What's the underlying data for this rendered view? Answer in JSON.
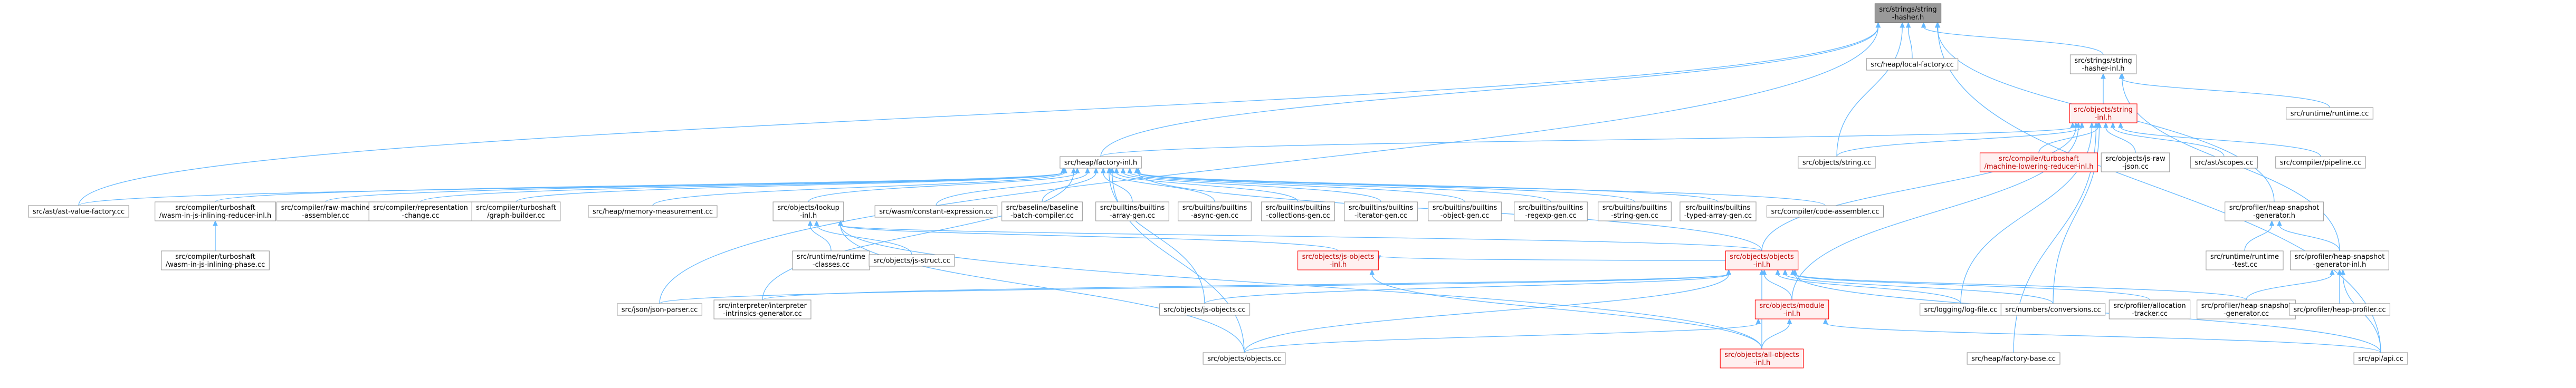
{
  "diagram": {
    "nodes": [
      {
        "id": "root",
        "lines": [
          "src/strings/string",
          "-hasher.h"
        ],
        "style": "root"
      },
      {
        "id": "local_factory",
        "lines": [
          "src/heap/local-factory.cc"
        ],
        "style": "plain"
      },
      {
        "id": "hasher_inl",
        "lines": [
          "src/strings/string",
          "-hasher-inl.h"
        ],
        "style": "plain"
      },
      {
        "id": "string_inl",
        "lines": [
          "src/objects/string",
          "-inl.h"
        ],
        "style": "red"
      },
      {
        "id": "runtime",
        "lines": [
          "src/runtime/runtime.cc"
        ],
        "style": "plain"
      },
      {
        "id": "factory_h",
        "lines": [
          "src/heap/factory-inl.h"
        ],
        "style": "plain"
      },
      {
        "id": "string_cc",
        "lines": [
          "src/objects/string.cc"
        ],
        "style": "plain"
      },
      {
        "id": "mlr",
        "lines": [
          "src/compiler/turboshaft",
          "/machine-lowering-reducer-inl.h"
        ],
        "style": "red"
      },
      {
        "id": "json",
        "lines": [
          "src/objects/js-raw",
          "-json.cc"
        ],
        "style": "plain"
      },
      {
        "id": "scopes",
        "lines": [
          "src/ast/scopes.cc"
        ],
        "style": "plain"
      },
      {
        "id": "pipeline",
        "lines": [
          "src/compiler/pipeline.cc"
        ],
        "style": "plain"
      },
      {
        "id": "ast_value",
        "lines": [
          "src/ast/ast-value-factory.cc"
        ],
        "style": "plain"
      },
      {
        "id": "wasm_inlining",
        "lines": [
          "src/compiler/turboshaft",
          "/wasm-in-js-inlining-reducer-inl.h"
        ],
        "style": "plain"
      },
      {
        "id": "raw_machine",
        "lines": [
          "src/compiler/raw-machine",
          "-assembler.cc"
        ],
        "style": "plain"
      },
      {
        "id": "repr_change",
        "lines": [
          "src/compiler/representation",
          "-change.cc"
        ],
        "style": "plain"
      },
      {
        "id": "graph_builder",
        "lines": [
          "src/compiler/turboshaft",
          "/graph-builder.cc"
        ],
        "style": "plain"
      },
      {
        "id": "mem_measure",
        "lines": [
          "src/heap/memory-measurement.cc"
        ],
        "style": "plain"
      },
      {
        "id": "lookup",
        "lines": [
          "src/objects/lookup",
          "-inl.h"
        ],
        "style": "plain"
      },
      {
        "id": "wasm_const",
        "lines": [
          "src/wasm/constant-expression.cc"
        ],
        "style": "plain"
      },
      {
        "id": "baseline",
        "lines": [
          "src/baseline/baseline",
          "-batch-compiler.cc"
        ],
        "style": "plain"
      },
      {
        "id": "b_array",
        "lines": [
          "src/builtins/builtins",
          "-array-gen.cc"
        ],
        "style": "plain"
      },
      {
        "id": "b_async",
        "lines": [
          "src/builtins/builtins",
          "-async-gen.cc"
        ],
        "style": "plain"
      },
      {
        "id": "b_coll",
        "lines": [
          "src/builtins/builtins",
          "-collections-gen.cc"
        ],
        "style": "plain"
      },
      {
        "id": "b_iter",
        "lines": [
          "src/builtins/builtins",
          "-iterator-gen.cc"
        ],
        "style": "plain"
      },
      {
        "id": "b_obj",
        "lines": [
          "src/builtins/builtins",
          "-object-gen.cc"
        ],
        "style": "plain"
      },
      {
        "id": "b_regexp",
        "lines": [
          "src/builtins/builtins",
          "-regexp-gen.cc"
        ],
        "style": "plain"
      },
      {
        "id": "b_string",
        "lines": [
          "src/builtins/builtins",
          "-string-gen.cc"
        ],
        "style": "plain"
      },
      {
        "id": "b_typed",
        "lines": [
          "src/builtins/builtins",
          "-typed-array-gen.cc"
        ],
        "style": "plain"
      },
      {
        "id": "code_asm",
        "lines": [
          "src/compiler/code-assembler.cc"
        ],
        "style": "plain"
      },
      {
        "id": "heap_snap_gen",
        "lines": [
          "src/profiler/heap-snapshot",
          "-generator.h"
        ],
        "style": "plain"
      },
      {
        "id": "wasm_phase",
        "lines": [
          "src/compiler/turboshaft",
          "/wasm-in-js-inlining-phase.cc"
        ],
        "style": "plain"
      },
      {
        "id": "runtime_classes",
        "lines": [
          "src/runtime/runtime",
          "-classes.cc"
        ],
        "style": "plain"
      },
      {
        "id": "js_struct",
        "lines": [
          "src/objects/js-struct.cc"
        ],
        "style": "plain"
      },
      {
        "id": "js_objects_inl",
        "lines": [
          "src/objects/js-objects",
          "-inl.h"
        ],
        "style": "red"
      },
      {
        "id": "objects_inl",
        "lines": [
          "src/objects/objects",
          "-inl.h"
        ],
        "style": "red"
      },
      {
        "id": "runtime_test",
        "lines": [
          "src/runtime/runtime",
          "-test.cc"
        ],
        "style": "plain"
      },
      {
        "id": "heap_snap_gen_inl",
        "lines": [
          "src/profiler/heap-snapshot",
          "-generator-inl.h"
        ],
        "style": "plain"
      },
      {
        "id": "json_parser",
        "lines": [
          "src/json/json-parser.cc"
        ],
        "style": "plain"
      },
      {
        "id": "interp_intrinsics",
        "lines": [
          "src/interpreter/interpreter",
          "-intrinsics-generator.cc"
        ],
        "style": "plain"
      },
      {
        "id": "js_objects_cc",
        "lines": [
          "src/objects/js-objects.cc"
        ],
        "style": "plain"
      },
      {
        "id": "module_inl",
        "lines": [
          "src/objects/module",
          "-inl.h"
        ],
        "style": "red"
      },
      {
        "id": "log_file",
        "lines": [
          "src/logging/log-file.cc"
        ],
        "style": "plain"
      },
      {
        "id": "conversions",
        "lines": [
          "src/numbers/conversions.cc"
        ],
        "style": "plain"
      },
      {
        "id": "alloc_tracker",
        "lines": [
          "src/profiler/allocation",
          "-tracker.cc"
        ],
        "style": "plain"
      },
      {
        "id": "heap_snap_gen_cc",
        "lines": [
          "src/profiler/heap-snapshot",
          "-generator.cc"
        ],
        "style": "plain"
      },
      {
        "id": "heap_profiler",
        "lines": [
          "src/profiler/heap-profiler.cc"
        ],
        "style": "plain"
      },
      {
        "id": "objects_cc",
        "lines": [
          "src/objects/objects.cc"
        ],
        "style": "plain"
      },
      {
        "id": "all_objects",
        "lines": [
          "src/objects/all-objects",
          "-inl.h"
        ],
        "style": "red"
      },
      {
        "id": "factory_base",
        "lines": [
          "src/heap/factory-base.cc"
        ],
        "style": "plain"
      },
      {
        "id": "api",
        "lines": [
          "src/api/api.cc"
        ],
        "style": "plain"
      }
    ],
    "edges": [
      [
        "local_factory",
        "root"
      ],
      [
        "hasher_inl",
        "root"
      ],
      [
        "factory_h",
        "root"
      ],
      [
        "string_cc",
        "root"
      ],
      [
        "ast_value",
        "root"
      ],
      [
        "json_parser",
        "root"
      ],
      [
        "heap_snap_gen",
        "root"
      ],
      [
        "api",
        "root"
      ],
      [
        "string_inl",
        "hasher_inl"
      ],
      [
        "runtime",
        "hasher_inl"
      ],
      [
        "heap_snap_gen_inl",
        "hasher_inl"
      ],
      [
        "factory_h",
        "string_inl"
      ],
      [
        "string_cc",
        "string_inl"
      ],
      [
        "mlr",
        "string_inl"
      ],
      [
        "json",
        "string_inl"
      ],
      [
        "scopes",
        "string_inl"
      ],
      [
        "pipeline",
        "string_inl"
      ],
      [
        "objects_inl",
        "string_inl"
      ],
      [
        "module_inl",
        "string_inl"
      ],
      [
        "log_file",
        "string_inl"
      ],
      [
        "conversions",
        "string_inl"
      ],
      [
        "factory_base",
        "string_inl"
      ],
      [
        "ast_value",
        "factory_h"
      ],
      [
        "wasm_inlining",
        "factory_h"
      ],
      [
        "raw_machine",
        "factory_h"
      ],
      [
        "repr_change",
        "factory_h"
      ],
      [
        "graph_builder",
        "factory_h"
      ],
      [
        "mem_measure",
        "factory_h"
      ],
      [
        "lookup",
        "factory_h"
      ],
      [
        "wasm_const",
        "factory_h"
      ],
      [
        "baseline",
        "factory_h"
      ],
      [
        "b_array",
        "factory_h"
      ],
      [
        "b_async",
        "factory_h"
      ],
      [
        "b_coll",
        "factory_h"
      ],
      [
        "b_iter",
        "factory_h"
      ],
      [
        "b_obj",
        "factory_h"
      ],
      [
        "b_regexp",
        "factory_h"
      ],
      [
        "b_string",
        "factory_h"
      ],
      [
        "b_typed",
        "factory_h"
      ],
      [
        "code_asm",
        "factory_h"
      ],
      [
        "objects_inl",
        "factory_h"
      ],
      [
        "interp_intrinsics",
        "factory_h"
      ],
      [
        "js_objects_cc",
        "factory_h"
      ],
      [
        "objects_cc",
        "factory_h"
      ],
      [
        "wasm_phase",
        "wasm_inlining"
      ],
      [
        "runtime_classes",
        "lookup"
      ],
      [
        "js_struct",
        "lookup"
      ],
      [
        "js_objects_inl",
        "lookup"
      ],
      [
        "objects_inl",
        "lookup"
      ],
      [
        "objects_cc",
        "lookup"
      ],
      [
        "all_objects",
        "lookup"
      ],
      [
        "objects_inl",
        "js_objects_inl"
      ],
      [
        "all_objects",
        "js_objects_inl"
      ],
      [
        "json_parser",
        "objects_inl"
      ],
      [
        "interp_intrinsics",
        "objects_inl"
      ],
      [
        "js_objects_cc",
        "objects_inl"
      ],
      [
        "module_inl",
        "objects_inl"
      ],
      [
        "log_file",
        "objects_inl"
      ],
      [
        "conversions",
        "objects_inl"
      ],
      [
        "alloc_tracker",
        "objects_inl"
      ],
      [
        "heap_snap_gen_cc",
        "objects_inl"
      ],
      [
        "objects_cc",
        "objects_inl"
      ],
      [
        "all_objects",
        "objects_inl"
      ],
      [
        "api",
        "objects_inl"
      ],
      [
        "all_objects",
        "module_inl"
      ],
      [
        "objects_cc",
        "module_inl"
      ],
      [
        "api",
        "module_inl"
      ],
      [
        "runtime_test",
        "heap_snap_gen"
      ],
      [
        "heap_snap_gen_inl",
        "heap_snap_gen"
      ],
      [
        "heap_snap_gen_cc",
        "heap_snap_gen_inl"
      ],
      [
        "heap_profiler",
        "heap_snap_gen_inl"
      ],
      [
        "api",
        "heap_snap_gen_inl"
      ]
    ]
  }
}
